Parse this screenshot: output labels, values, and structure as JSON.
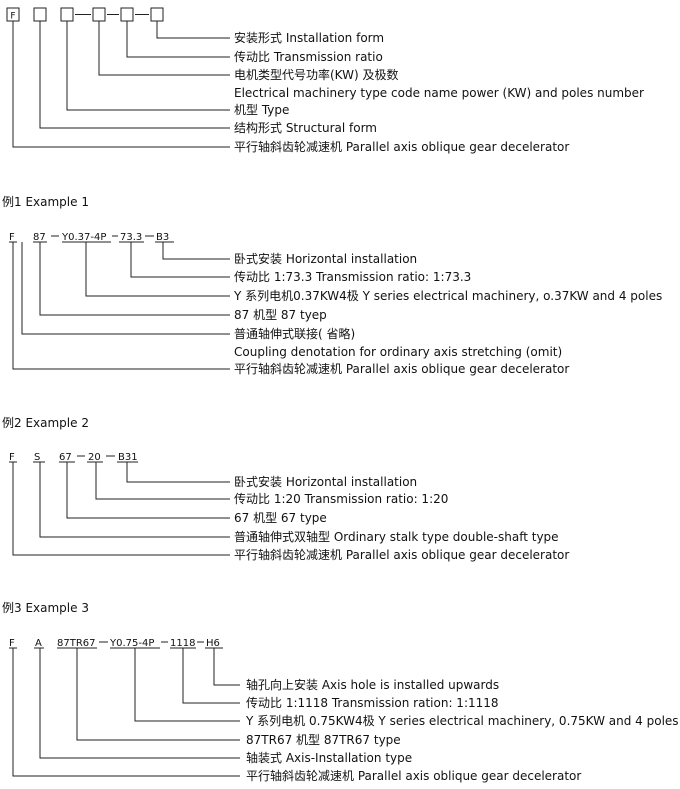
{
  "legend": {
    "codes": [
      "F",
      "",
      "",
      "",
      "",
      ""
    ],
    "labels": [
      "安装形式  Installation form",
      "传动比  Transmission ratio",
      "电机类型代号功率(KW) 及极数",
      "Electrical machinery type code name power (KW) and poles number",
      "机型  Type",
      "结构形式  Structural form",
      "平行轴斜齿轮减速机  Parallel axis oblique gear decelerator"
    ]
  },
  "example1": {
    "title": "例1  Example 1",
    "codes": [
      "F",
      "87",
      "Y0.37-4P",
      "73.3",
      "B3"
    ],
    "labels": [
      "卧式安装   Horizontal installation",
      "传动比  1:73.3  Transmission ratio: 1:73.3",
      "Y 系列电机0.37KW4极 Y series electrical machinery, o.37KW and 4 poles",
      "87 机型 87 tyep",
      "普通轴伸式联接( 省略)",
      "Coupling denotation for ordinary axis stretching (omit)",
      "平行轴斜齿轮减速机 Parallel axis oblique gear decelerator"
    ]
  },
  "example2": {
    "title": "例2  Example 2",
    "codes": [
      "F",
      "S",
      "67",
      "20",
      "B31"
    ],
    "labels": [
      "卧式安装   Horizontal installation",
      "传动比  1:20  Transmission ratio: 1:20",
      "67 机型 67 type",
      "普通轴伸式双轴型 Ordinary stalk type double-shaft type",
      "平行轴斜齿轮减速机 Parallel axis oblique gear decelerator"
    ]
  },
  "example3": {
    "title": "例3  Example 3",
    "codes": [
      "F",
      "A",
      "87TR67",
      "Y0.75-4P",
      "1118",
      "H6"
    ],
    "labels": [
      "轴孔向上安装  Axis hole is installed upwards",
      "传动比  1:1118  Transmission ration: 1:1118",
      "Y 系列电机  0.75KW4极 Y series electrical machinery, 0.75KW and 4 poles",
      "87TR67 机型 87TR67 type",
      "轴装式 Axis-Installation type",
      "平行轴斜齿轮减速机 Parallel axis oblique gear decelerator"
    ]
  }
}
